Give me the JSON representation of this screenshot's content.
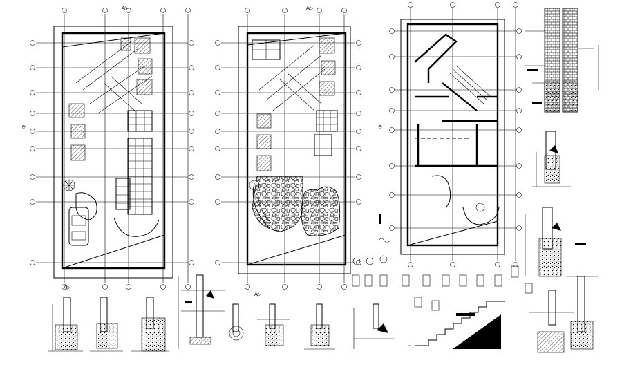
{
  "drawing": {
    "description_visible_text": "",
    "sections": [
      "plan-left",
      "plan-middle",
      "plan-right",
      "wall-sections",
      "detail-row"
    ]
  },
  "colors": {
    "ink": "#000000",
    "paper": "#ffffff"
  }
}
